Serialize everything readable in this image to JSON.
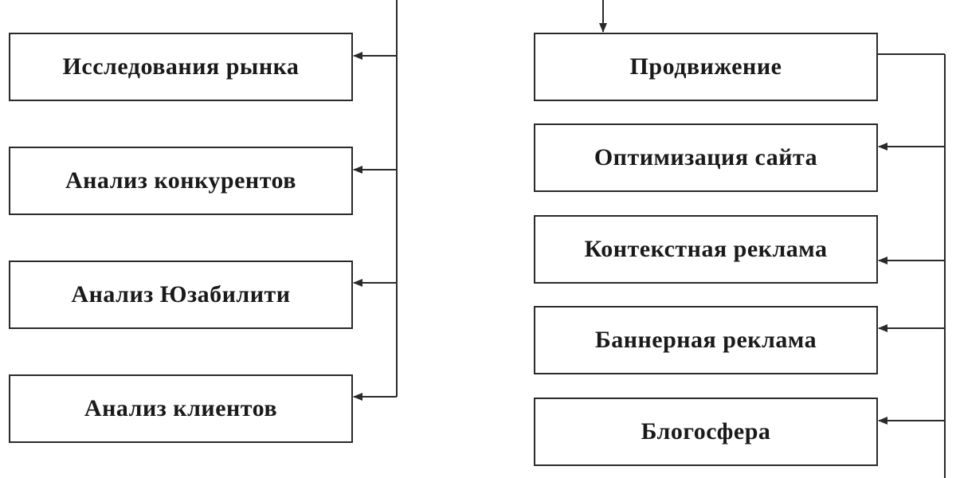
{
  "left_column": {
    "items": [
      {
        "label": "Исследования рынка"
      },
      {
        "label": "Анализ конкурентов"
      },
      {
        "label": "Анализ Юзабилити"
      },
      {
        "label": "Анализ клиентов"
      }
    ]
  },
  "right_column": {
    "head": {
      "label": "Продвижение"
    },
    "items": [
      {
        "label": "Оптимизация сайта"
      },
      {
        "label": "Контекстная реклама"
      },
      {
        "label": "Баннерная реклама"
      },
      {
        "label": "Блогосфера"
      }
    ]
  },
  "colors": {
    "line": "#2a2a2a",
    "border": "#2a2a2a",
    "text": "#1a1a1a",
    "background": "#ffffff"
  }
}
